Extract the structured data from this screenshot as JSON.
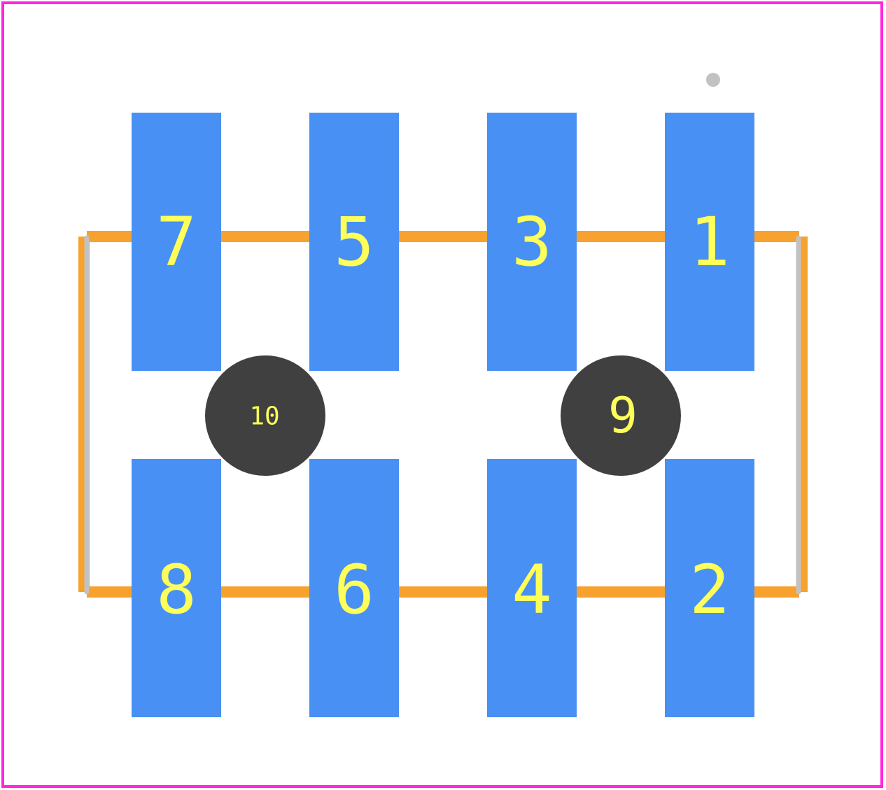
{
  "footprint": {
    "colors": {
      "background": "#ffffff",
      "courtyard": "#ff26e2",
      "silkscreen": "#f7a12f",
      "fabrication": "#c2c2c2",
      "smd_pad": "#4890f4",
      "drill_hole": "#404040",
      "label": "#ffff59",
      "pin1_marker": "#c2c2c2"
    },
    "pads": [
      {
        "id": "1",
        "label": "1",
        "kind": "smd"
      },
      {
        "id": "2",
        "label": "2",
        "kind": "smd"
      },
      {
        "id": "3",
        "label": "3",
        "kind": "smd"
      },
      {
        "id": "4",
        "label": "4",
        "kind": "smd"
      },
      {
        "id": "5",
        "label": "5",
        "kind": "smd"
      },
      {
        "id": "6",
        "label": "6",
        "kind": "smd"
      },
      {
        "id": "7",
        "label": "7",
        "kind": "smd"
      },
      {
        "id": "8",
        "label": "8",
        "kind": "smd"
      }
    ],
    "holes": [
      {
        "id": "9",
        "label": "9",
        "kind": "npth"
      },
      {
        "id": "10",
        "label": "10",
        "kind": "npth"
      }
    ]
  }
}
